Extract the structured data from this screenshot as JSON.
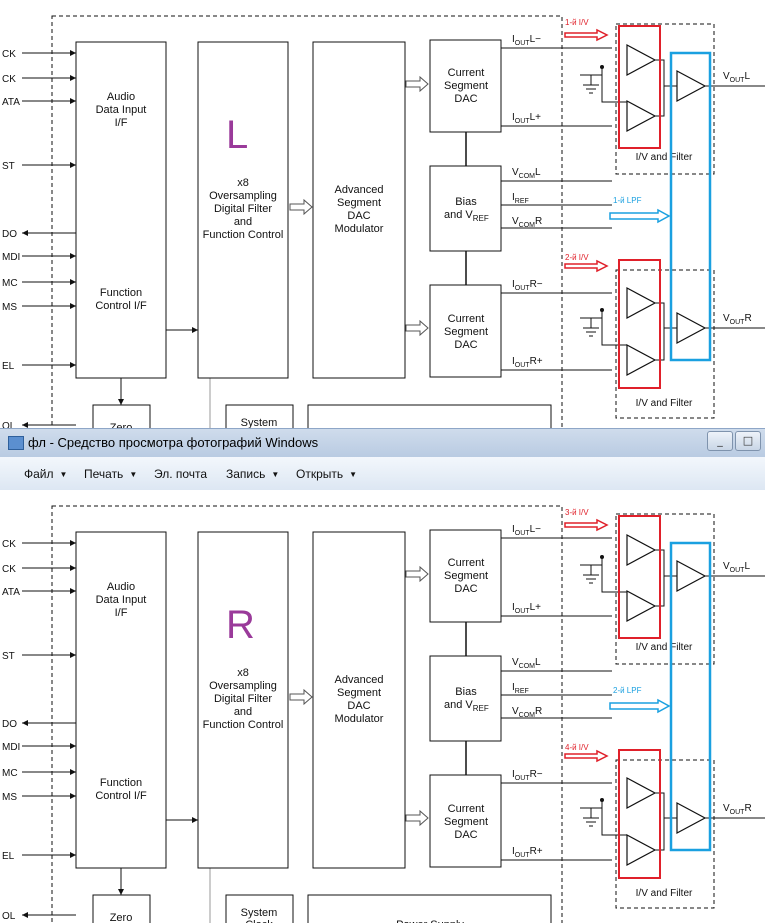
{
  "window": {
    "title": "фл - Средство просмотра фотографий Windows",
    "buttons": [
      "_",
      "□"
    ]
  },
  "menu": [
    {
      "label": "Файл",
      "dropdown": true
    },
    {
      "label": "Печать",
      "dropdown": true
    },
    {
      "label": "Эл. почта",
      "dropdown": false
    },
    {
      "label": "Запись",
      "dropdown": true
    },
    {
      "label": "Открыть",
      "dropdown": true
    }
  ],
  "diagram": {
    "left_pins": [
      "CK",
      "CK",
      "ATA",
      "ST",
      "DO",
      "MDI",
      "MC",
      "MS",
      "EL",
      "OL"
    ],
    "audio_block": [
      "Audio",
      "Data Input",
      "I/F"
    ],
    "function_block": [
      "Function",
      "Control I/F"
    ],
    "filter_block": [
      "x8",
      "Oversampling",
      "Digital Filter",
      "and",
      "Function Control"
    ],
    "modulator_block": [
      "Advanced",
      "Segment",
      "DAC",
      "Modulator"
    ],
    "dac_block": [
      "Current",
      "Segment",
      "DAC"
    ],
    "bias_block": [
      "Bias",
      "and V",
      "REF"
    ],
    "iout_l_minus": "I",
    "iout_sub": "OUT",
    "l_minus": "L−",
    "l_plus": "L+",
    "r_minus": "R−",
    "r_plus": "R+",
    "vcom": "V",
    "vcom_sub": "COM",
    "iref": "I",
    "iref_sub": "REF",
    "vout": "V",
    "vout_sub": "OUT",
    "iv_filter": "I/V and Filter",
    "zero": "Zero",
    "system_clock": [
      "System",
      "Clock"
    ],
    "power_supply": "Power Supply"
  },
  "top_panel": {
    "channel": "L",
    "iv1": "1-й I/V",
    "iv2": "2-й I/V",
    "lpf": "1-й LPF"
  },
  "bottom_panel": {
    "channel": "R",
    "iv1": "3-й I/V",
    "iv2": "4-й I/V",
    "lpf": "2-й LPF"
  },
  "colors": {
    "red_annotation": "#e0202a",
    "blue_annotation": "#1aa0e0",
    "channel_letter": "#9a3a9a"
  }
}
